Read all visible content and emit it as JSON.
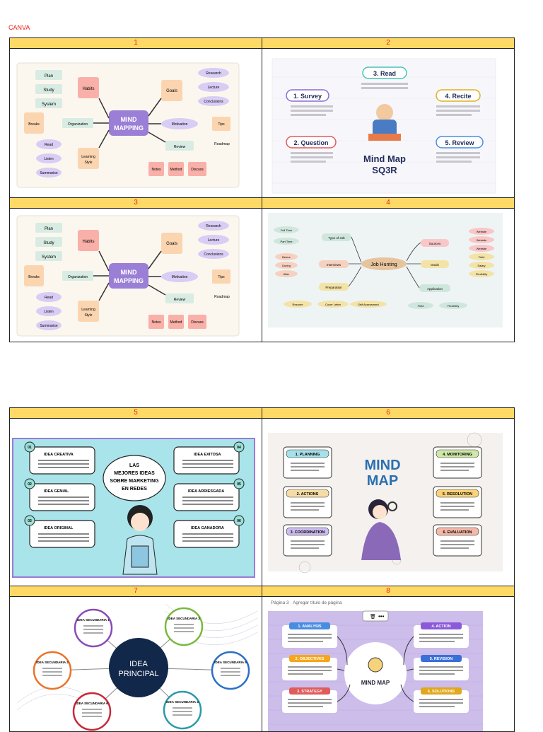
{
  "header_label": "CANVA",
  "cells": [
    {
      "num": "1"
    },
    {
      "num": "2"
    },
    {
      "num": "3"
    },
    {
      "num": "4"
    },
    {
      "num": "5"
    },
    {
      "num": "6"
    },
    {
      "num": "7"
    },
    {
      "num": "8"
    }
  ],
  "mindmap_habits": {
    "center": [
      "MIND",
      "MAPPING"
    ],
    "habits": "Habits",
    "habit_items": [
      "Plan",
      "Study",
      "System"
    ],
    "goals": "Goals",
    "goal_items": [
      "Research",
      "Lecture",
      "Conclusions"
    ],
    "organization": "Organization",
    "breaks": "Breaks",
    "motivation": "Motivation",
    "tips": "Tips",
    "roadmap": "Roadmap",
    "learning_style": [
      "Learning",
      "Style"
    ],
    "learning_items": [
      "Read",
      "Listen",
      "Summarise"
    ],
    "review": "Review",
    "review_items": [
      "Notes",
      "Method",
      "Discuss"
    ]
  },
  "sq3r": {
    "title": [
      "Mind Map",
      "SQ3R"
    ],
    "steps": [
      "1. Survey",
      "2. Question",
      "3. Read",
      "4. Recite",
      "5. Review"
    ]
  },
  "job_hunting": {
    "center": "Job Hunting",
    "type_of_job": "Type of Job",
    "type_items": [
      "Full Time",
      "Part Time"
    ],
    "interviews": "Interviews",
    "interview_items": [
      "Before",
      "During",
      "After"
    ],
    "preparation": "Preparation",
    "prep_items": [
      "Resume",
      "Cover Letter",
      "Self Assessment"
    ],
    "sources": "Sources",
    "source_items": [
      "Website",
      "Website",
      "Website"
    ],
    "goals": "Goals",
    "goal_items": [
      "Field",
      "Salary",
      "Flexibility"
    ],
    "application": "Application",
    "app_items": [
      "Field",
      "Flexibility"
    ]
  },
  "marketing": {
    "center": [
      "LAS",
      "MEJORES IDEAS",
      "SOBRE MARKETING",
      "EN REDES"
    ],
    "left": [
      {
        "n": "01",
        "title": "IDEA CREATIVA"
      },
      {
        "n": "02",
        "title": "IDEA GENIAL"
      },
      {
        "n": "03",
        "title": "IDEA ORIGINAL"
      }
    ],
    "right": [
      {
        "n": "04",
        "title": "IDEA EXITOSA"
      },
      {
        "n": "05",
        "title": "IDEA ARRIESGADA"
      },
      {
        "n": "06",
        "title": "IDEA GANADORA"
      }
    ]
  },
  "management": {
    "center": [
      "MIND",
      "MAP"
    ],
    "left": [
      "1. PLANNING",
      "2. ACTIONS",
      "3. COORDINATION"
    ],
    "right": [
      "4. MONITORING",
      "5. RESOLUTION",
      "6. EVALUATION"
    ]
  },
  "idea_principal": {
    "center": [
      "IDEA",
      "PRINCIPAL"
    ],
    "nodes": [
      "IDEA SECUNDARIA 1",
      "IDEA SECUNDARIA 2",
      "IDEA SECUNDARIA 3",
      "IDEA SECUNDARIA 4",
      "IDEA SECUNDARIA 5",
      "IDEA SECUNDARIA 6"
    ]
  },
  "purple_map": {
    "page_label": "Página 3 · Agregar título de página",
    "center": "MIND MAP",
    "left": [
      "1. ANALYSIS",
      "2. OBJECTIVES",
      "3. STRATEGY"
    ],
    "right": [
      "4. ACTION",
      "5. REVISION",
      "6. SOLUTIONS"
    ]
  },
  "colors": {
    "red_text": "#e8211a",
    "header_fill": "#ffd966",
    "mind_purple": "#9b7fd6",
    "sq3r_navy": "#1f2a5a",
    "idea_navy": "#12284a"
  }
}
